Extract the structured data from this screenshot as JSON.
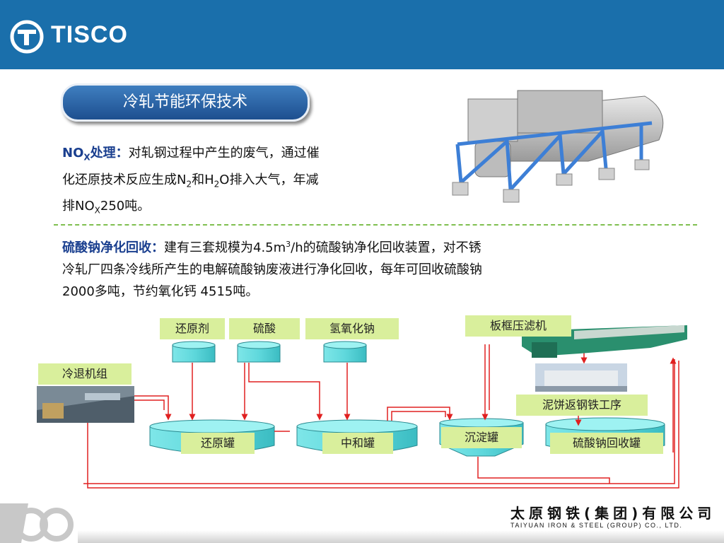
{
  "header": {
    "brand": "TISCO",
    "bg_color": "#1a6fab"
  },
  "title": "冷轧节能环保技术",
  "nox": {
    "lead": "NOX处理：",
    "text1": "对轧钢过程中产生的废气，通过催",
    "text2a": "化还原技术反应生成N",
    "sub1": "2",
    "text2b": "和H",
    "sub2": "2",
    "text2c": "O排入大气，年减",
    "text3a": "排NO",
    "sub3": "X",
    "text3b": "250吨。"
  },
  "sodium": {
    "lead": "硫酸钠净化回收：",
    "text1a": "建有三套规模为",
    "num1": "4.5m",
    "sup": "3",
    "text1b": "/h的硫酸钠净化回收装置，对不锈",
    "text2": "冷轧厂四条冷线所产生的电解硫酸钠废液进行净化回收，每年可回收硫酸钠",
    "num2": "2000",
    "text3a": "多吨，节约氧化钙 ",
    "num3": "4515",
    "text3b": "吨。"
  },
  "diagram": {
    "reagents": [
      "还原剂",
      "硫酸",
      "氢氧化钠"
    ],
    "cold_mill": "冷退机组",
    "filter_press": "板框压滤机",
    "sludge": "泥饼返钢铁工序",
    "tanks": [
      "还原罐",
      "中和罐",
      "沉淀罐",
      "硫酸钠回收罐"
    ],
    "line_color": "#e02020",
    "tank_color": "#5fd8dc"
  },
  "footer": {
    "company_cn": "太原钢铁(集团)有限公司",
    "company_en": "TAIYUAN IRON & STEEL (GROUP) CO., LTD."
  }
}
